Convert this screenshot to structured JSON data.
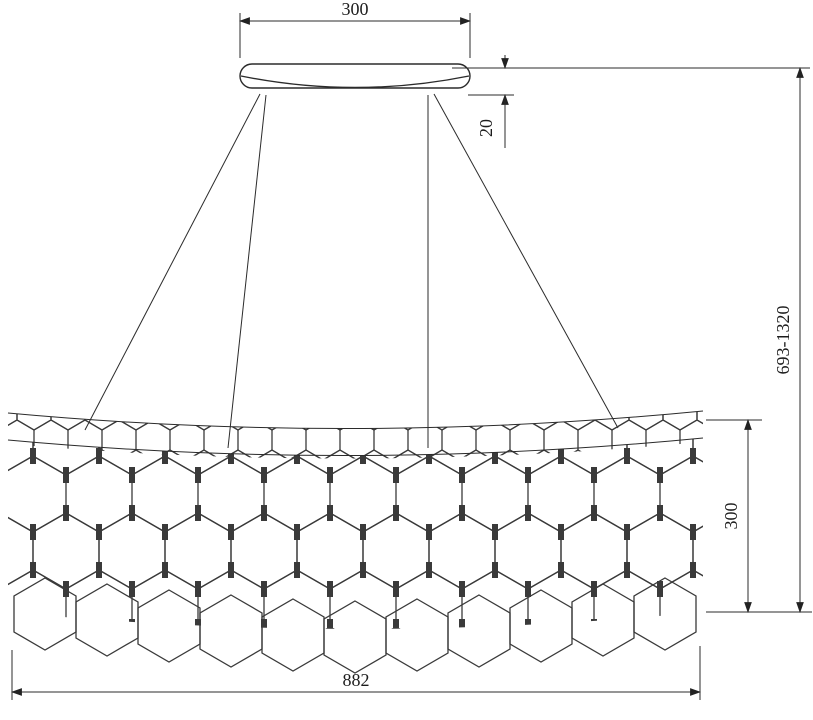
{
  "dimensions": {
    "canopy_width": "300",
    "canopy_thickness": "20",
    "overall_height": "693-1320",
    "body_height": "300",
    "body_width": "882"
  }
}
